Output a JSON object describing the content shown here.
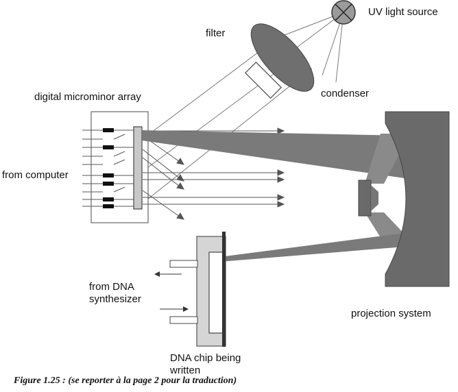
{
  "labels": {
    "uv_source": "UV light source",
    "filter": "filter",
    "mirror_array": "digital microminor array",
    "condenser": "condenser",
    "from_computer": "from computer",
    "from_dna_synth": "from DNA\nsynthesizer",
    "projection": "projection system",
    "dna_chip": "DNA chip being\nwritten"
  },
  "caption": "Figure 1.25 : (se reporter à la page 2 pour la traduction)",
  "colors": {
    "ink": "#111111",
    "dark_gray": "#555555",
    "mid_gray": "#8a8a8a",
    "light_gray": "#cfcfcf",
    "panel_gray": "#d8d8d8",
    "line": "#6a6a6a"
  }
}
